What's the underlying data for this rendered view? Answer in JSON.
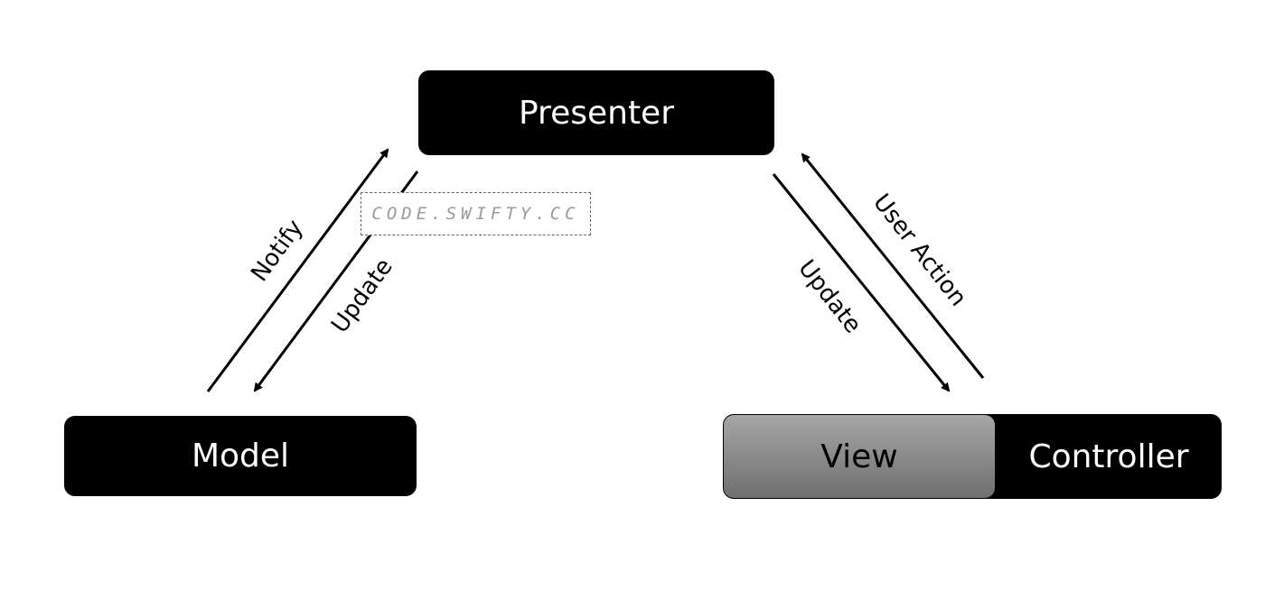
{
  "nodes": {
    "presenter": "Presenter",
    "model": "Model",
    "view": "View",
    "controller": "Controller"
  },
  "edges": {
    "notify": "Notify",
    "update_model": "Update",
    "update_view": "Update",
    "user_action": "User Action"
  },
  "watermark": "CODE.SWIFTY.CC",
  "colors": {
    "node_fill": "#000000",
    "node_text": "#ffffff",
    "view_fill_top": "#a6a6a6",
    "view_fill_bottom": "#6f6f6f",
    "arrow": "#000000",
    "watermark_text": "#9a9a9a"
  }
}
